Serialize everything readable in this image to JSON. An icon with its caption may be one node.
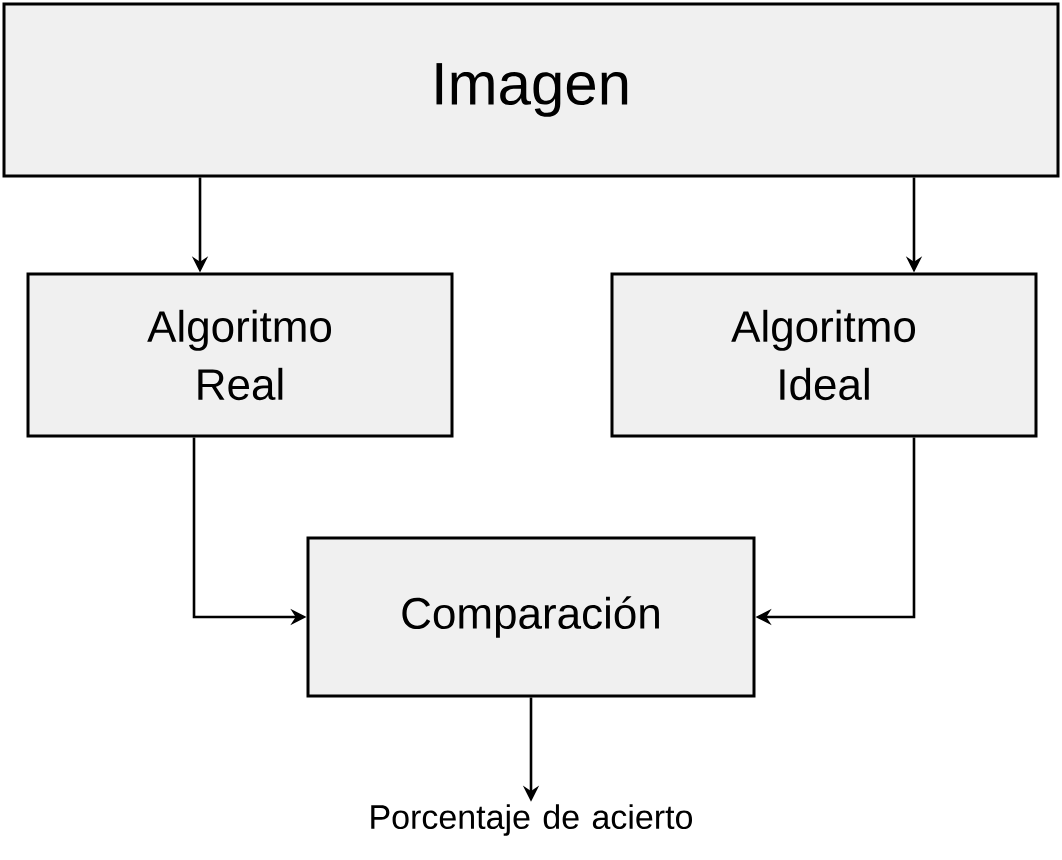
{
  "diagram": {
    "nodes": [
      {
        "text": [
          "Imagen"
        ]
      },
      {
        "text": [
          "Algoritmo Real"
        ]
      },
      {
        "text": [
          "Algoritmo Ideal"
        ]
      },
      {
        "text": [
          "Comparación"
        ]
      },
      {
        "text": [
          "Porcentaje de acierto"
        ]
      }
    ],
    "edges": [
      {
        "from": 0,
        "to": 1,
        "arrow": "to"
      },
      {
        "from": 0,
        "to": 2,
        "arrow": "to"
      },
      {
        "from": 1,
        "to": 3,
        "arrow": "to"
      },
      {
        "from": 2,
        "to": 3,
        "arrow": "to"
      },
      {
        "from": 3,
        "to": 4,
        "arrow": "to"
      }
    ]
  }
}
